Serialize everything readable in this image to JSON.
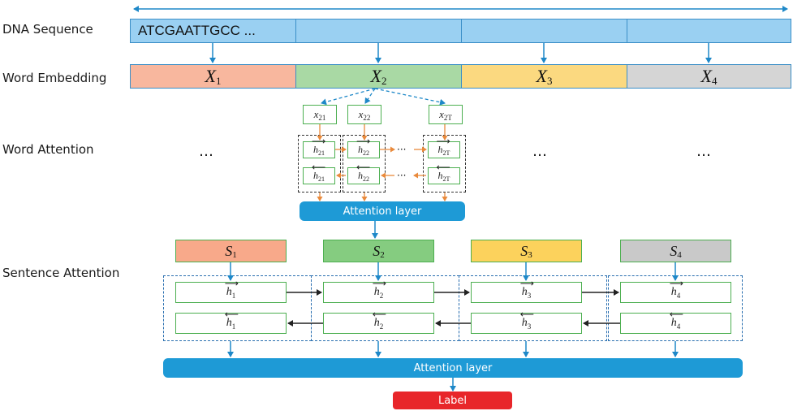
{
  "rows": {
    "dna": "DNA Sequence",
    "embedding": "Word Embedding",
    "word_attention": "Word Attention",
    "sentence_attention": "Sentence Attention"
  },
  "sequence": {
    "text": "ATCGAATTGCC ..."
  },
  "embeddings": [
    {
      "var": "X",
      "sub": "1",
      "color": "#f8b79e"
    },
    {
      "var": "X",
      "sub": "2",
      "color": "#a9d9a4"
    },
    {
      "var": "X",
      "sub": "3",
      "color": "#fbd980"
    },
    {
      "var": "X",
      "sub": "4",
      "color": "#d5d5d5"
    }
  ],
  "word_inputs": [
    {
      "var": "x",
      "sub": "21"
    },
    {
      "var": "x",
      "sub": "22"
    },
    {
      "var": "x",
      "sub": "2T"
    }
  ],
  "word_hidden_fwd": [
    {
      "var": "h",
      "sub": "21"
    },
    {
      "var": "h",
      "sub": "22"
    },
    {
      "var": "h",
      "sub": "2T"
    }
  ],
  "word_hidden_bwd": [
    {
      "var": "h",
      "sub": "21"
    },
    {
      "var": "h",
      "sub": "22"
    },
    {
      "var": "h",
      "sub": "2T"
    }
  ],
  "ellipsis": "…",
  "ellipsis_small": "···",
  "word_attention_layer": "Attention layer",
  "sentences": [
    {
      "var": "S",
      "sub": "1",
      "color": "#f8a98a"
    },
    {
      "var": "S",
      "sub": "2",
      "color": "#85cc80"
    },
    {
      "var": "S",
      "sub": "3",
      "color": "#fcd25c"
    },
    {
      "var": "S",
      "sub": "4",
      "color": "#c9c9c9"
    }
  ],
  "sentence_hidden_fwd": [
    {
      "var": "h",
      "sub": "1"
    },
    {
      "var": "h",
      "sub": "2"
    },
    {
      "var": "h",
      "sub": "3"
    },
    {
      "var": "h",
      "sub": "4"
    }
  ],
  "sentence_hidden_bwd": [
    {
      "var": "h",
      "sub": "1"
    },
    {
      "var": "h",
      "sub": "2"
    },
    {
      "var": "h",
      "sub": "3"
    },
    {
      "var": "h",
      "sub": "4"
    }
  ],
  "sentence_attention_layer": "Attention layer",
  "output_label": "Label",
  "colors": {
    "sequence_fill": "#9ad0f2",
    "arrow_blue": "#1e88c8",
    "arrow_orange": "#e98a3c",
    "attention_fill": "#1e9ad6",
    "label_fill": "#e8262a",
    "node_border": "#4caf50"
  }
}
